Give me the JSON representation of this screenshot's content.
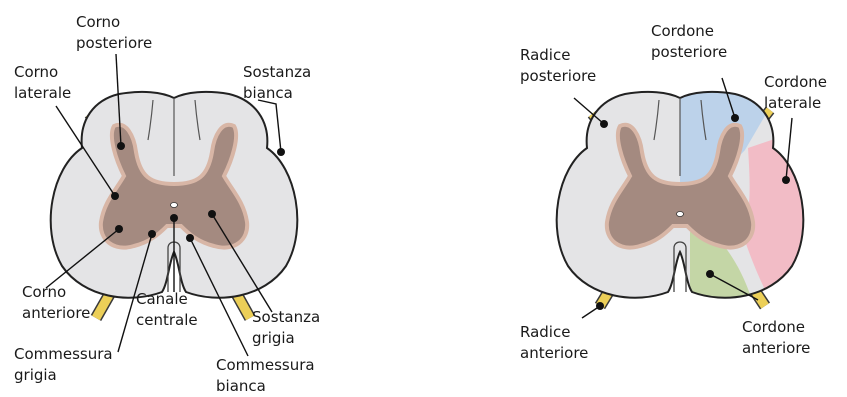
{
  "left_diagram": {
    "labels": {
      "corno_posteriore": [
        "Corno",
        "posteriore"
      ],
      "corno_laterale": [
        "Corno",
        "laterale"
      ],
      "sostanza_bianca": [
        "Sostanza",
        "bianca"
      ],
      "corno_anteriore": [
        "Corno",
        "anteriore"
      ],
      "commessura_grigia": [
        "Commessura",
        "grigia"
      ],
      "canale_centrale": [
        "Canale",
        "centrale"
      ],
      "sostanza_grigia": [
        "Sostanza",
        "grigia"
      ],
      "commessura_bianca": [
        "Commessura",
        "bianca"
      ]
    }
  },
  "right_diagram": {
    "labels": {
      "radice_posteriore": [
        "Radice",
        "posteriore"
      ],
      "cordone_posteriore": [
        "Cordone posteriore"
      ],
      "cordone_laterale": [
        "Cordone",
        "laterale"
      ],
      "radice_anteriore": [
        "Radice",
        "anteriore"
      ],
      "cordone_anteriore": [
        "Cordone",
        "anteriore"
      ]
    }
  },
  "colors": {
    "white_matter": "#e4e4e6",
    "outline": "#222222",
    "gray_matter": "#a48a80",
    "gray_matter_border": "#d8b6a6",
    "nerve_root": "#eccf58",
    "posterior_cord": "#bcd2ea",
    "lateral_cord": "#f2bcc6",
    "anterior_cord": "#c4d6a6"
  }
}
